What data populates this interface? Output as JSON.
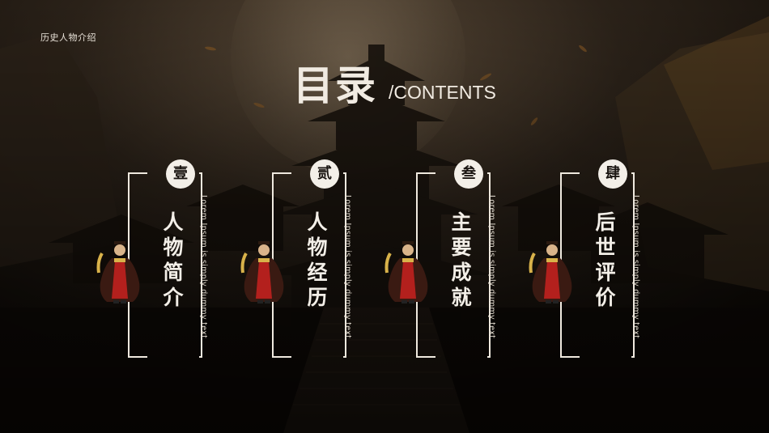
{
  "header": {
    "tag": "历史人物介绍"
  },
  "title": {
    "zh": "目录",
    "en": "/CONTENTS"
  },
  "sections": [
    {
      "num": "壹",
      "heading": "人物简介",
      "sub": "Lorem Ipsum is simply dummy text"
    },
    {
      "num": "贰",
      "heading": "人物经历",
      "sub": "Lorem Ipsum is simply dummy text"
    },
    {
      "num": "叁",
      "heading": "主要成就",
      "sub": "Lorem Ipsum is simply dummy text"
    },
    {
      "num": "肆",
      "heading": "后世评价",
      "sub": "Lorem Ipsum is simply dummy text"
    }
  ],
  "colors": {
    "text": "#f1ebe2",
    "robe": "#b3201d",
    "bg": "#120d08"
  },
  "icons": {
    "figure": "emperor-figure-icon"
  }
}
